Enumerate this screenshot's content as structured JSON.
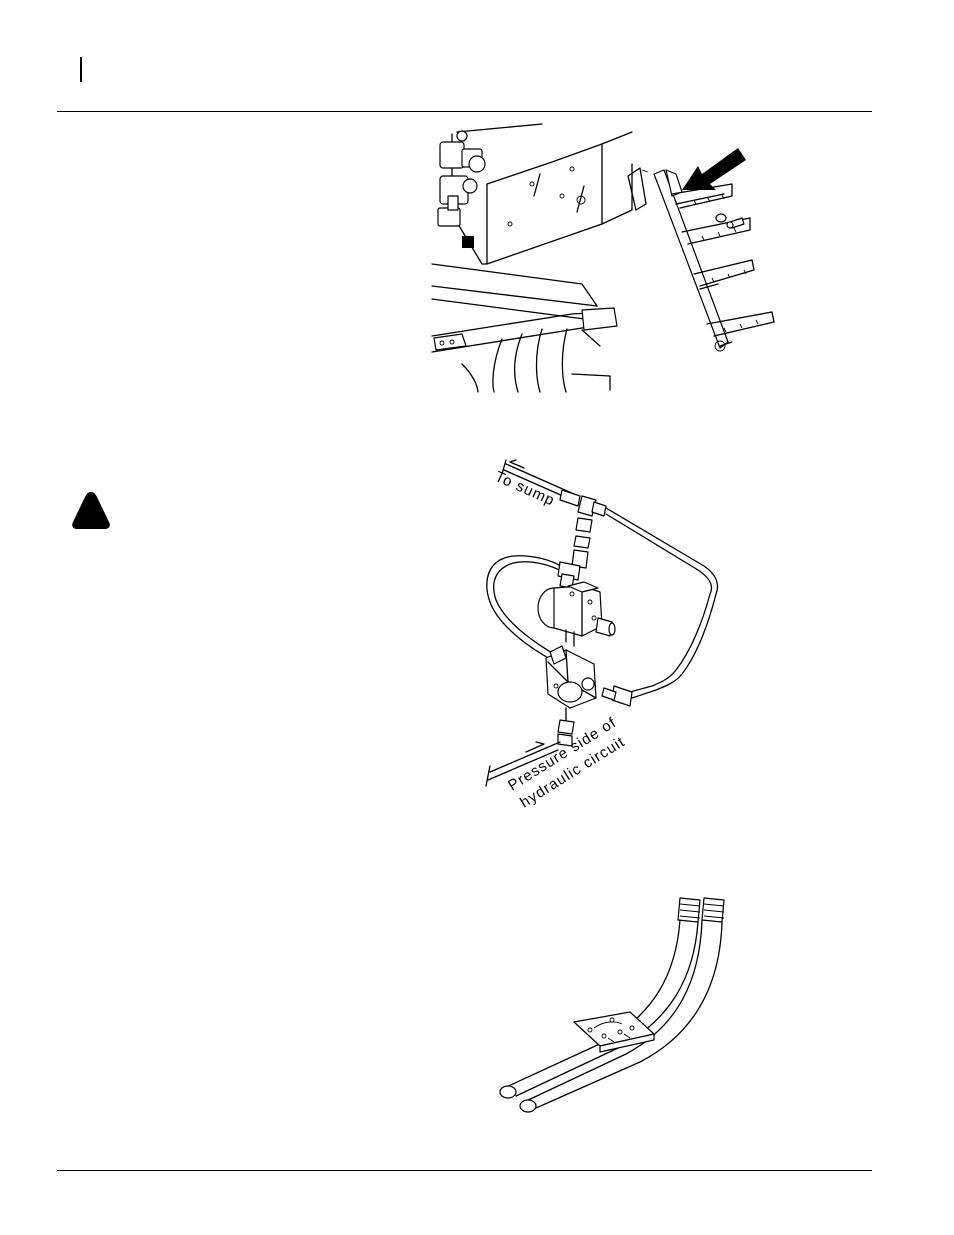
{
  "figures": {
    "hydraulic": {
      "label_sump": "To sump",
      "label_pressure_line1": "Pressure side of",
      "label_pressure_line2": "hydraulic circuit"
    }
  },
  "icons": {
    "warning": "warning-triangle-icon",
    "arrow": "pointer-arrow-icon"
  }
}
